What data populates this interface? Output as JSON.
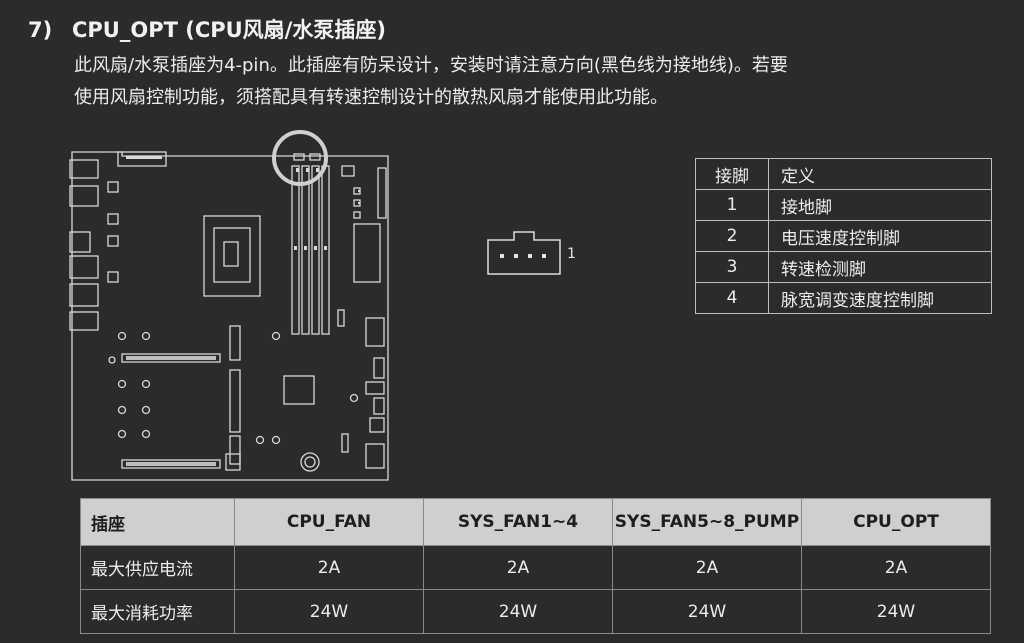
{
  "section": {
    "number": "7)",
    "title": "CPU_OPT (CPU风扇/水泵插座)",
    "description_line1": "此风扇/水泵插座为4-pin。此插座有防呆设计，安装时请注意方向(黑色线为接地线)。若要",
    "description_line2": "使用风扇控制功能，须搭配具有转速控制设计的散热风扇才能使用此功能。"
  },
  "connector": {
    "pin1_label": "1"
  },
  "pin_table": {
    "headers": [
      "接脚",
      "定义"
    ],
    "rows": [
      [
        "1",
        "接地脚"
      ],
      [
        "2",
        "电压速度控制脚"
      ],
      [
        "3",
        "转速检测脚"
      ],
      [
        "4",
        "脉宽调变速度控制脚"
      ]
    ]
  },
  "spec_table": {
    "headers": [
      "插座",
      "CPU_FAN",
      "SYS_FAN1~4",
      "SYS_FAN5~8_PUMP",
      "CPU_OPT"
    ],
    "rows": [
      [
        "最大供应电流",
        "2A",
        "2A",
        "2A",
        "2A"
      ],
      [
        "最大消耗功率",
        "24W",
        "24W",
        "24W",
        "24W"
      ]
    ]
  },
  "colors": {
    "background": "#2b2b2b",
    "text": "#ececec",
    "table_header_bg": "#cfcfcf"
  }
}
